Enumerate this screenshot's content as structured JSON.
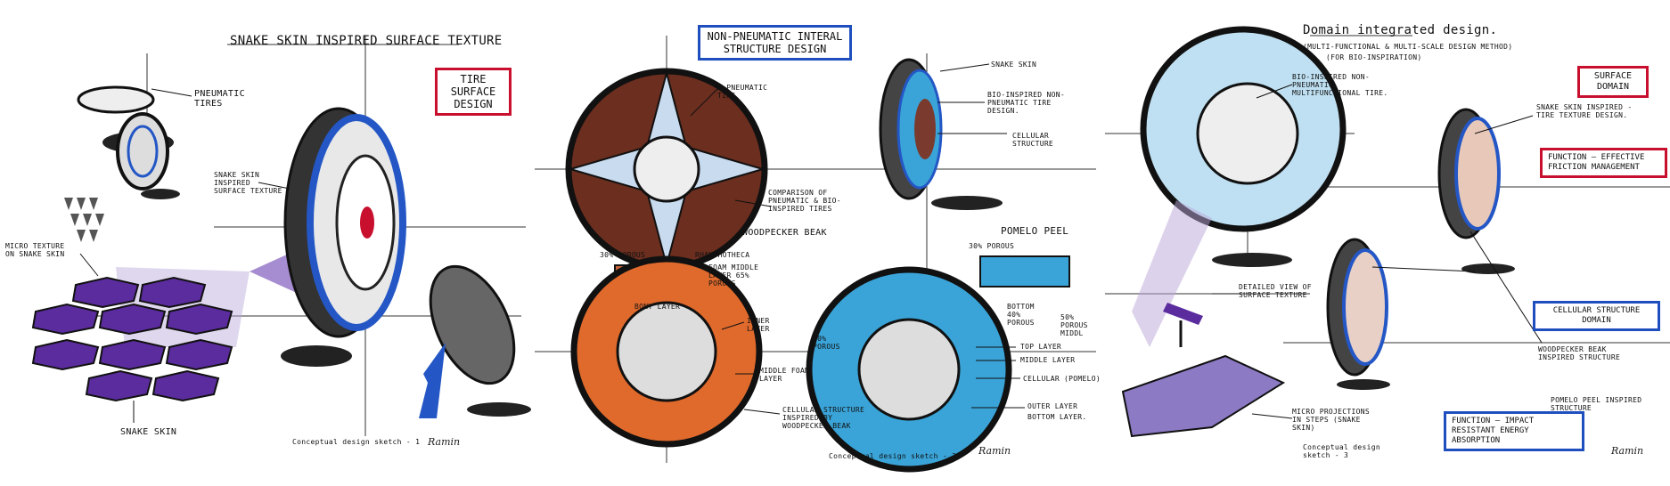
{
  "panel1": {
    "title": "Snake skin inspired surface texture",
    "box": "Tire surface design",
    "labels": {
      "pneumatic": "Pneumatic Tires",
      "snakeskin_tex": "Snake skin inspired surface texture",
      "micro": "Micro texture on snake skin",
      "snakeskin": "Snake skin"
    },
    "caption": "Conceptual design sketch - 1",
    "signature": "Ramin"
  },
  "panel2": {
    "box": "Non-pneumatic interal structure design",
    "labels": {
      "apneumatic": "A pneumatic tire",
      "snake_skin": "Snake skin",
      "bio_inspired": "Bio-inspired non-pneumatic tire design.",
      "cellular": "Cellular structure",
      "comparison": "Comparison of pneumatic & bio-inspired tires",
      "woodpecker_title": "Woodpecker beak",
      "porous30": "30% porous",
      "rhamphotheca": "Rhamphotheca",
      "foam": "Foam middle layer 65% porous",
      "bony": "Bony layer",
      "inner": "Inner layer",
      "porous30b": "30% porous",
      "middle_foam": "Middle foam layer",
      "cellular_wp": "Cellular structure inspired by woodpecker beak",
      "pomelo_title": "Pomelo peel",
      "porous30c": "30% porous",
      "bottom": "Bottom 40% porous",
      "middle50": "50% porous middl",
      "top_layer": "Top layer",
      "middle_layer": "Middle layer",
      "cellular_pomelo": "Cellular (pomelo)",
      "outer": "Outer layer",
      "bottom_layer": "Bottom layer."
    },
    "caption": "Conceptual design sketch - 2",
    "signature": "Ramin"
  },
  "panel3": {
    "title": "Domain integrated design.",
    "subtitle1": "(Multi-functional & multi-scale design method)",
    "subtitle2": "(for bio-inspiration)",
    "labels": {
      "bio": "Bio-inspired non-pneumatic multifunctional tire.",
      "snake": "Snake skin inspired - tire texture design.",
      "detailed": "Detailed view of surface texture",
      "woodpecker": "Woodpecker beak inspired structure",
      "pomelo": "Pomelo peel inspired structure",
      "micro": "Micro projections in steps (snake skin)"
    },
    "boxes": {
      "surface": "Surface domain",
      "function1": "Function — effective friction management",
      "cellular": "Cellular structure domain",
      "function2": "Function — impact resistant energy absorption"
    },
    "caption": "Conceptual design sketch - 3",
    "signature": "Ramin"
  },
  "colors": {
    "purple": "#5b2c9e",
    "blue": "#2457c5",
    "brown": "#6b2e1f",
    "orange": "#e06a2c",
    "cyan": "#3aa4d8",
    "red": "#c8102e"
  }
}
